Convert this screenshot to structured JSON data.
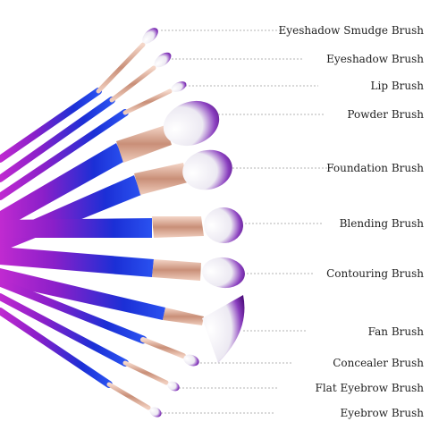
{
  "labels": {
    "eyeshadow_smudge": "Eyeshadow Smudge Brush",
    "eyeshadow": "Eyeshadow Brush",
    "lip": "Lip Brush",
    "powder": "Powder Brush",
    "foundation": "Foundation Brush",
    "blending": "Blending Brush",
    "contouring": "Contouring Brush",
    "fan": "Fan Brush",
    "concealer": "Concealer Brush",
    "flat_eyebrow": "Flat Eyebrow Brush",
    "eyebrow": "Eyebrow Brush"
  },
  "colors": {
    "handle_blue": "#1b2fd6",
    "handle_purple": "#8a1fc9",
    "handle_magenta": "#c02ad0",
    "ferrule": "#e2b8a4",
    "bristle_white": "#f5f5f8",
    "bristle_purple": "#5a0f86",
    "leader_line": "#9a9a9a"
  }
}
